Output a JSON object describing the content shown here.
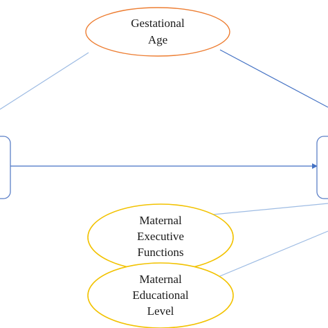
{
  "diagram": {
    "nodes": {
      "gestational_age": {
        "lines": [
          "Gestational",
          "Age"
        ]
      },
      "maternal_executive_functions": {
        "lines": [
          "Maternal",
          "Executive",
          "Functions"
        ]
      },
      "maternal_educational_level": {
        "lines": [
          "Maternal",
          "Educational",
          "Level"
        ]
      }
    },
    "colors": {
      "orange": "#ed7d31",
      "yellow": "#f2c200",
      "blue": "#4472c4",
      "box": "#5b7fc7"
    }
  }
}
